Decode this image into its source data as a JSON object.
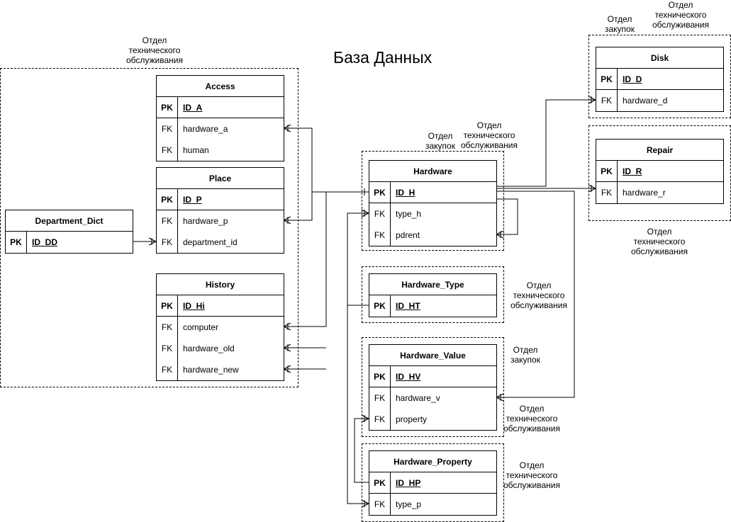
{
  "title": "База Данных",
  "notes": {
    "tech_left": "Отдел\nтехнического\nобслуживания",
    "zakupok_hw": "Отдел\nзакупок",
    "tech_hw": "Отдел\nтехнического\nобслуживания",
    "zakupok_disk": "Отдел\nзакупок",
    "tech_disk": "Отдел\nтехнического\nобслуживания",
    "tech_repair": "Отдел\nтехнического\nобслуживания",
    "tech_hwtype": "Отдел\nтехнического\nобслуживания",
    "zakupok_hwvalue": "Отдел\nзакупок",
    "tech_hwvalue": "Отдел\nтехнического\nобслуживания",
    "tech_hwprop": "Отдел\nтехнического\nобслуживания"
  },
  "entities": {
    "access": {
      "name": "Access",
      "rows": [
        {
          "key": "PK",
          "field": "ID_A"
        },
        {
          "key": "FK",
          "field": "hardware_a"
        },
        {
          "key": "FK",
          "field": "human"
        }
      ]
    },
    "place": {
      "name": "Place",
      "rows": [
        {
          "key": "PK",
          "field": "ID_P"
        },
        {
          "key": "FK",
          "field": "hardware_p"
        },
        {
          "key": "FK",
          "field": "department_id"
        }
      ]
    },
    "department_dict": {
      "name": "Department_Dict",
      "rows": [
        {
          "key": "PK",
          "field": "ID_DD"
        }
      ]
    },
    "history": {
      "name": "History",
      "rows": [
        {
          "key": "PK",
          "field": "ID_Hi"
        },
        {
          "key": "FK",
          "field": "computer"
        },
        {
          "key": "FK",
          "field": "hardware_old"
        },
        {
          "key": "FK",
          "field": "hardware_new"
        }
      ]
    },
    "hardware": {
      "name": "Hardware",
      "rows": [
        {
          "key": "PK",
          "field": "ID_H"
        },
        {
          "key": "FK",
          "field": "type_h"
        },
        {
          "key": "FK",
          "field": "pdrent"
        }
      ]
    },
    "hardware_type": {
      "name": "Hardware_Type",
      "rows": [
        {
          "key": "PK",
          "field": "ID_HT"
        }
      ]
    },
    "hardware_value": {
      "name": "Hardware_Value",
      "rows": [
        {
          "key": "PK",
          "field": "ID_HV"
        },
        {
          "key": "FK",
          "field": "hardware_v"
        },
        {
          "key": "FK",
          "field": "property"
        }
      ]
    },
    "hardware_property": {
      "name": "Hardware_Property",
      "rows": [
        {
          "key": "PK",
          "field": "ID_HP"
        },
        {
          "key": "FK",
          "field": "type_p"
        }
      ]
    },
    "disk": {
      "name": "Disk",
      "rows": [
        {
          "key": "PK",
          "field": "ID_D"
        },
        {
          "key": "FK",
          "field": "hardware_d"
        }
      ]
    },
    "repair": {
      "name": "Repair",
      "rows": [
        {
          "key": "PK",
          "field": "ID_R"
        },
        {
          "key": "FK",
          "field": "hardware_r"
        }
      ]
    }
  }
}
